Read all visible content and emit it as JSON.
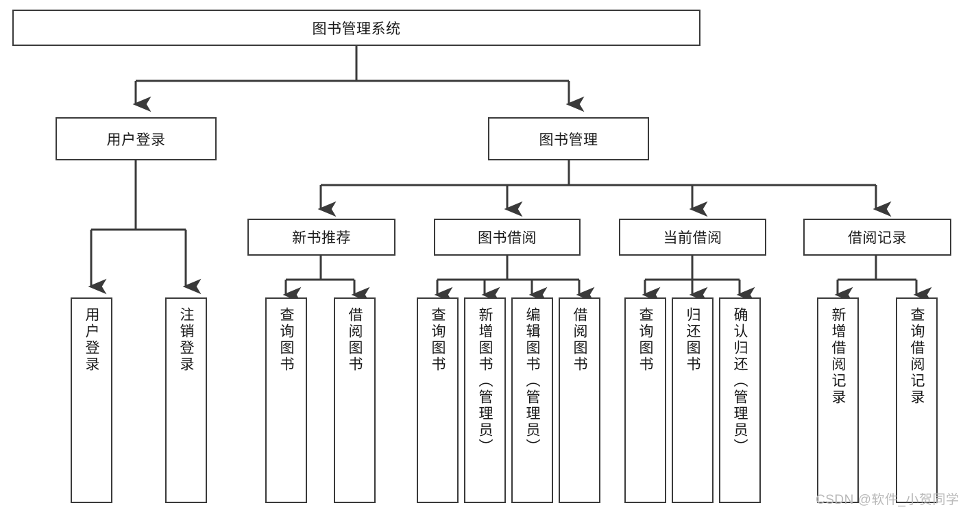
{
  "diagram": {
    "title": "图书管理系统",
    "type": "tree-hierarchy",
    "root": {
      "label": "图书管理系统"
    },
    "level2": [
      {
        "label": "用户登录"
      },
      {
        "label": "图书管理"
      }
    ],
    "level3": [
      {
        "label": "新书推荐"
      },
      {
        "label": "图书借阅"
      },
      {
        "label": "当前借阅"
      },
      {
        "label": "借阅记录"
      }
    ],
    "leaves_user_login": [
      {
        "label": "用户登录"
      },
      {
        "label": "注销登录"
      }
    ],
    "leaves_new_book": [
      {
        "label": "查询图书"
      },
      {
        "label": "借阅图书"
      }
    ],
    "leaves_book_borrow": [
      {
        "label": "查询图书"
      },
      {
        "label": "新增图书（管理员）"
      },
      {
        "label": "编辑图书（管理员）"
      },
      {
        "label": "借阅图书"
      }
    ],
    "leaves_current_borrow": [
      {
        "label": "查询图书"
      },
      {
        "label": "归还图书"
      },
      {
        "label": "确认归还（管理员）"
      }
    ],
    "leaves_borrow_record": [
      {
        "label": "新增借阅记录"
      },
      {
        "label": "查询借阅记录"
      }
    ]
  },
  "watermark": {
    "text": "CSDN @软件_小贺同学"
  },
  "colors": {
    "stroke": "#3a3a3a",
    "text": "#1b1b1b",
    "background": "#ffffff",
    "watermark": "#b9b9b9"
  }
}
